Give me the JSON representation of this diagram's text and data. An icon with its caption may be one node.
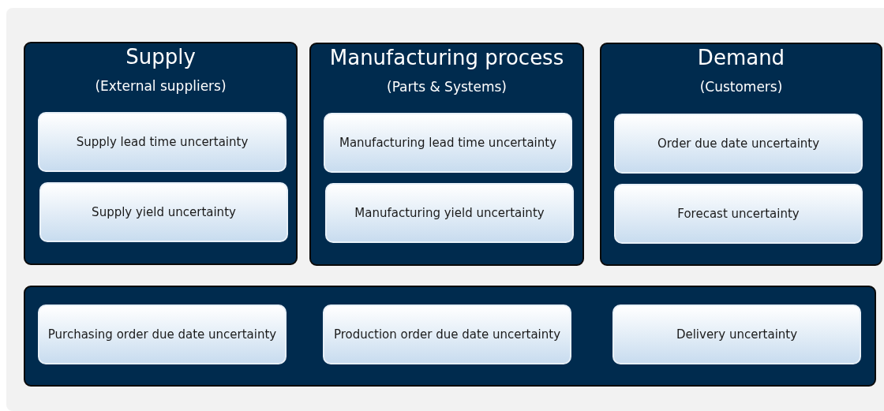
{
  "diagram": {
    "nodes": [
      {
        "text": [
          "Supply",
          "(External suppliers)"
        ]
      },
      {
        "text": [
          "Supply lead time uncertainty"
        ],
        "in": 0
      },
      {
        "text": [
          "Supply yield uncertainty"
        ],
        "in": 0
      },
      {
        "text": [
          "Manufacturing process",
          "(Parts & Systems)"
        ]
      },
      {
        "text": [
          "Manufacturing lead time uncertainty"
        ],
        "in": 3
      },
      {
        "text": [
          "Manufacturing yield uncertainty"
        ],
        "in": 3
      },
      {
        "text": [
          "Demand",
          "(Customers)"
        ]
      },
      {
        "text": [
          "Order due date uncertainty"
        ],
        "in": 6
      },
      {
        "text": [
          "Forecast uncertainty"
        ],
        "in": 6
      },
      {
        "text": [],
        "shape": "box"
      },
      {
        "text": [
          "Purchasing order due date uncertainty"
        ],
        "in": 9
      },
      {
        "text": [
          "Production order due date uncertainty"
        ],
        "in": 9
      },
      {
        "text": [
          "Delivery uncertainty"
        ],
        "in": 9
      }
    ]
  }
}
